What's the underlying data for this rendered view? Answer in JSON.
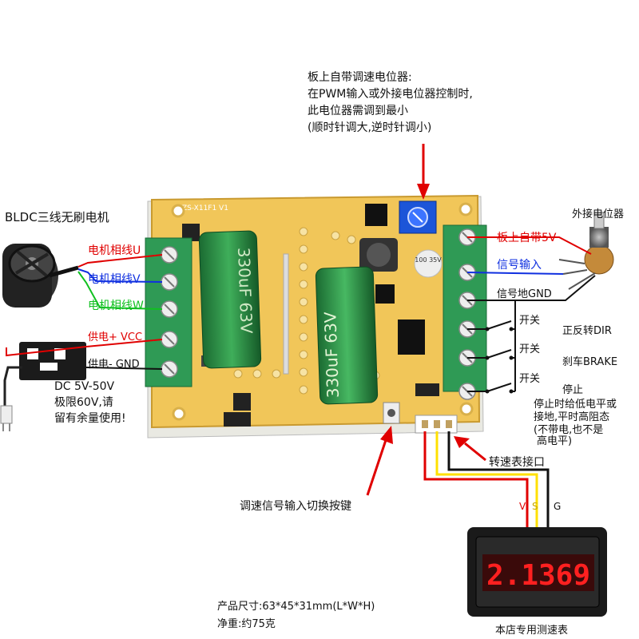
{
  "pot_note": {
    "line1": "板上自带调速电位器:",
    "line2": "在PWM输入或外接电位器控制时,",
    "line3": "此电位器需调到最小",
    "line4": "(顺时针调大,逆时针调小)"
  },
  "motor": {
    "title": "BLDC三线无刷电机"
  },
  "left_terminals": {
    "phase_u": "电机相线U",
    "phase_v": "电机相线V",
    "phase_w": "电机相线W",
    "vcc": "供电+ VCC",
    "gnd": "供电- GND"
  },
  "power": {
    "line1": "DC 5V-50V",
    "line2": "极限60V,请",
    "line3": "留有余量使用!"
  },
  "right_terminals": {
    "ext_pot": "外接电位器",
    "pot_5v": "板上自带5V",
    "signal_in": "信号输入",
    "signal_gnd": "信号地GND",
    "switch1": "开关",
    "switch2": "开关",
    "switch3": "开关",
    "dir": "正反转DIR",
    "brake": "刹车BRAKE",
    "stop": "停止",
    "stop_note1": "停止时给低电平或",
    "stop_note2": "接地,平时高阻态",
    "stop_note3": "(不带电,也不是",
    "stop_note4": "高电平)"
  },
  "tacho": {
    "port": "转速表接口",
    "pin_v": "V",
    "pin_s": "S",
    "pin_g": "G",
    "reading": "2.1369",
    "caption": "本店专用测速表"
  },
  "switch_button": {
    "label": "调速信号输入切换按键"
  },
  "specs": {
    "size": "产品尺寸:63*45*31mm(L*W*H)",
    "weight": "净重:约75克"
  },
  "board": {
    "silkscreen": "ZS-X11F1 V1",
    "cap_left_text": "330uF 63V",
    "cap_center_text": "330uF 63V",
    "small_cap_text": "100 35V"
  },
  "colors": {
    "red": "#e00000",
    "blue": "#1030e0",
    "green": "#10c020",
    "yellow": "#ffe000",
    "pcb": "#f1c659",
    "terminal": "#2f9a55",
    "display": "#ff2020"
  }
}
